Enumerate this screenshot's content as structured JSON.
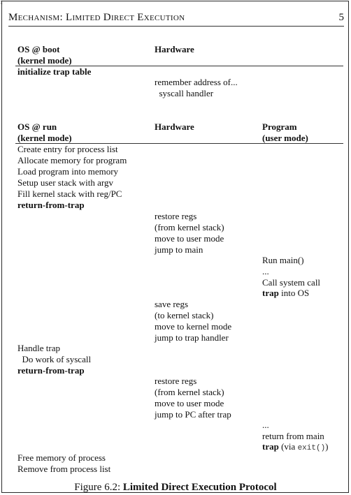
{
  "corner_mark": "1",
  "header": {
    "running_title": "Mechanism: Limited Direct Execution",
    "page_number": "5"
  },
  "boot_section": {
    "col_os": "OS @ boot",
    "col_os_sub": "(kernel mode)",
    "col_hw": "Hardware",
    "os_rows": [
      "initialize trap table"
    ],
    "hw_rows": [
      "remember address of...",
      "  syscall handler"
    ]
  },
  "run_section": {
    "col_os": "OS @ run",
    "col_os_sub": "(kernel mode)",
    "col_hw": "Hardware",
    "col_prog": "Program",
    "col_prog_sub": "(user mode)",
    "os_block1": [
      "Create entry for process list",
      "Allocate memory for program",
      "Load program into memory",
      "Setup user stack with argv",
      "Fill kernel stack with reg/PC"
    ],
    "os_block1_bold": "return-from-trap",
    "hw_block1": [
      "restore regs",
      "(from kernel stack)",
      "move to user mode",
      "jump to main"
    ],
    "prog_block1": [
      "Run main()",
      "...",
      "Call system call"
    ],
    "prog_trap_bold": "trap",
    "prog_trap_rest": " into OS",
    "hw_block2": [
      "save regs",
      "(to kernel stack)",
      "move to kernel mode",
      "jump to trap handler"
    ],
    "os_block2": [
      "Handle trap",
      "  Do work of syscall"
    ],
    "os_block2_bold": "return-from-trap",
    "hw_block3": [
      "restore regs",
      "(from kernel stack)",
      "move to user mode",
      "jump to PC after trap"
    ],
    "prog_block2": [
      "...",
      "return from main"
    ],
    "prog_exit_bold": "trap",
    "prog_exit_pre": " (via ",
    "prog_exit_code": "exit()",
    "prog_exit_post": ")",
    "os_block3": [
      "Free memory of process",
      "Remove from process list"
    ]
  },
  "caption": {
    "label": "Figure 6.2:",
    "title": "Limited Direct Execution Protocol"
  }
}
